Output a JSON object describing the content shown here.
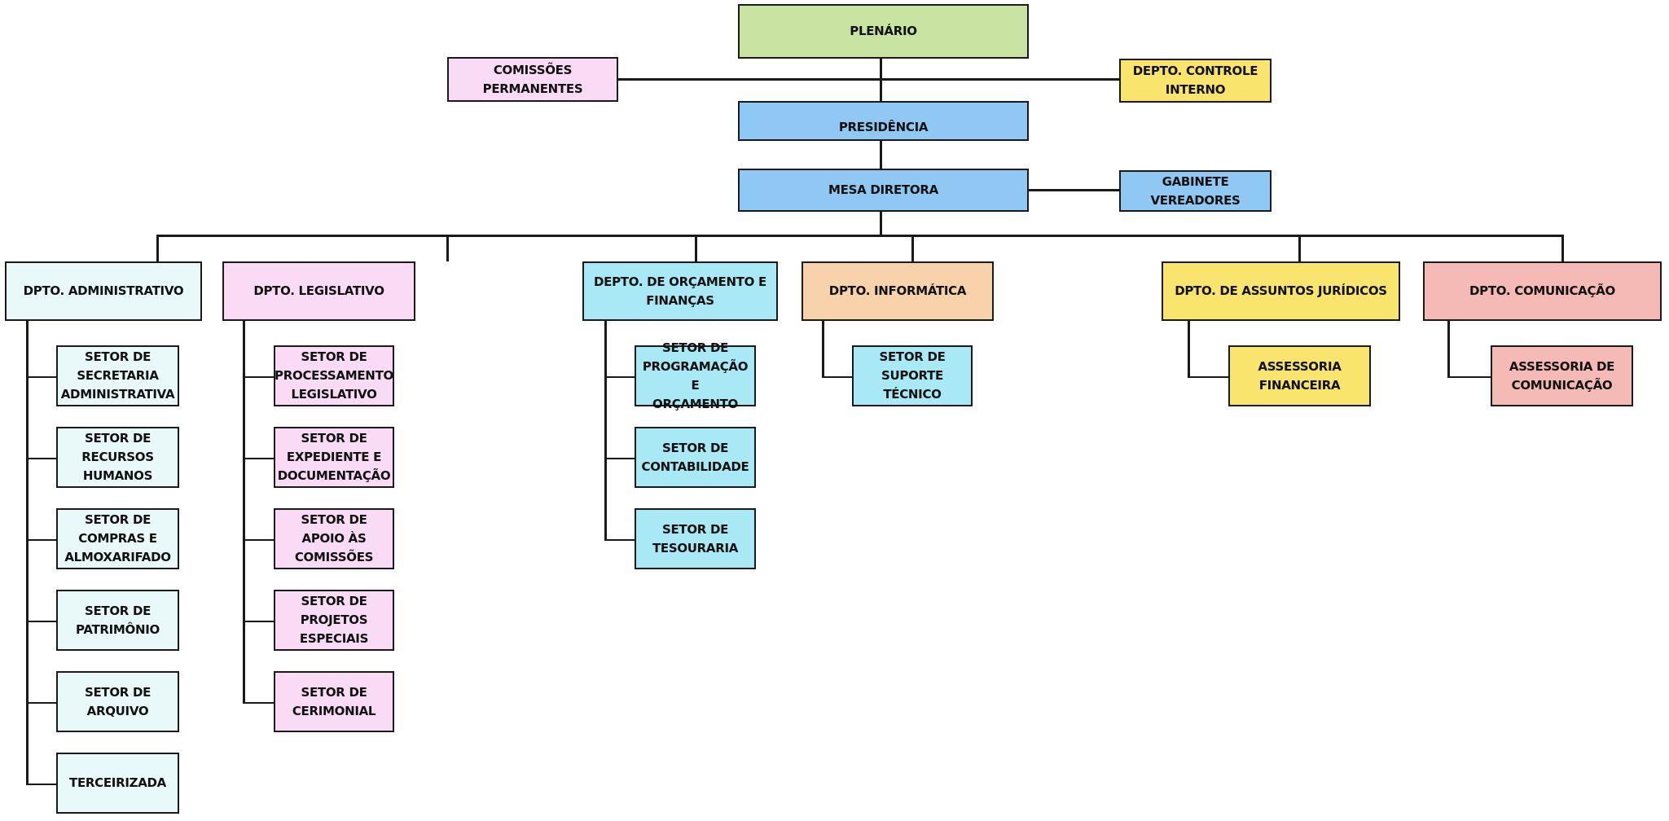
{
  "title": "Organograma",
  "colors": {
    "green": "#c8e3a2",
    "blue": "#8ec8f3",
    "pink": "#f9dbf5",
    "yellow": "#f9e56d",
    "light_cyan": "#e9f9f9",
    "cyan": "#a9e9f5",
    "peach": "#f8d2aa",
    "rose": "#f5bab6"
  },
  "top": {
    "plenario": "PLENÁRIO",
    "comissoes": "COMISSÕES\nPERMANENTES",
    "controle_interno": "DEPTO. CONTROLE\nINTERNO",
    "presidencia": "PRESIDÊNCIA",
    "mesa_diretora": "MESA DIRETORA",
    "gabinete": "GABINETE\nVEREADORES"
  },
  "departments": [
    {
      "name": "DPTO. ADMINISTRATIVO",
      "color": "light_cyan",
      "sectors": [
        "SETOR DE SECRETARIA\nADMINISTRATIVA",
        "SETOR DE RECURSOS\nHUMANOS",
        "SETOR DE COMPRAS E\nALMOXARIFADO",
        "SETOR DE\nPATRIMÔNIO",
        "SETOR DE ARQUIVO",
        "TERCEIRIZADA"
      ]
    },
    {
      "name": "DPTO. LEGISLATIVO",
      "color": "pink",
      "sectors": [
        "SETOR DE\nPROCESSAMENTO\nLEGISLATIVO",
        "SETOR DE\nEXPEDIENTE E\nDOCUMENTAÇÃO",
        "SETOR DE APOIO ÀS\nCOMISSÕES",
        "SETOR DE PROJETOS\nESPECIAIS",
        "SETOR DE\nCERIMONIAL"
      ]
    },
    {
      "name": "DEPTO. DE ORÇAMENTO E\nFINANÇAS",
      "color": "cyan",
      "sectors": [
        "SETOR DE\nPROGRAMAÇÃO E\nORÇAMENTO",
        "SETOR DE\nCONTABILIDADE",
        "SETOR DE\nTESOURARIA"
      ]
    },
    {
      "name": "DPTO. INFORMÁTICA",
      "color": "peach",
      "sectors": [
        "SETOR DE SUPORTE\nTÉCNICO"
      ],
      "sector_color": "cyan"
    },
    {
      "name": "DPTO. DE ASSUNTOS JURÍDICOS",
      "color": "yellow",
      "sectors": [
        "ASSESSORIA\nFINANCEIRA"
      ]
    },
    {
      "name": "DPTO. COMUNICAÇÃO",
      "color": "rose",
      "sectors": [
        "ASSESSORIA DE\nCOMUNICAÇÃO"
      ]
    }
  ]
}
